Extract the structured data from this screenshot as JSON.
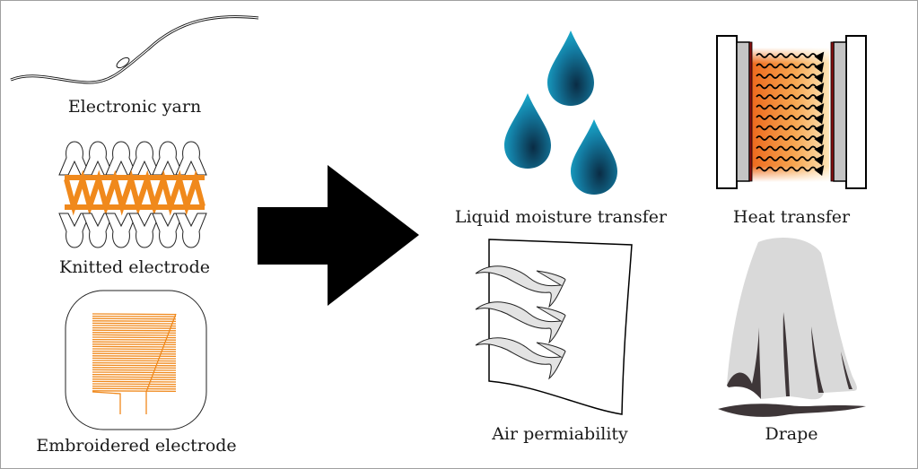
{
  "figure": {
    "left_panel": {
      "items": [
        {
          "label": "Electronic yarn",
          "icon": "yarn-icon"
        },
        {
          "label": "Knitted electrode",
          "icon": "knit-icon"
        },
        {
          "label": "Embroidered electrode",
          "icon": "embroidery-icon"
        }
      ]
    },
    "arrow": {
      "icon": "right-arrow-icon"
    },
    "right_panel": {
      "items": [
        {
          "label": "Liquid moisture transfer",
          "icon": "water-drops-icon"
        },
        {
          "label": "Heat transfer",
          "icon": "heat-transfer-icon"
        },
        {
          "label": "Air permiability",
          "icon": "air-flow-icon"
        },
        {
          "label": "Drape",
          "icon": "drape-icon"
        }
      ]
    },
    "colors": {
      "orange": "#f0891c",
      "drop_light": "#1aa5c8",
      "drop_dark": "#0a3048",
      "drape_gray": "#d9d9d9",
      "drape_dark": "#3e3638",
      "heat_red": "#8b1010"
    }
  }
}
